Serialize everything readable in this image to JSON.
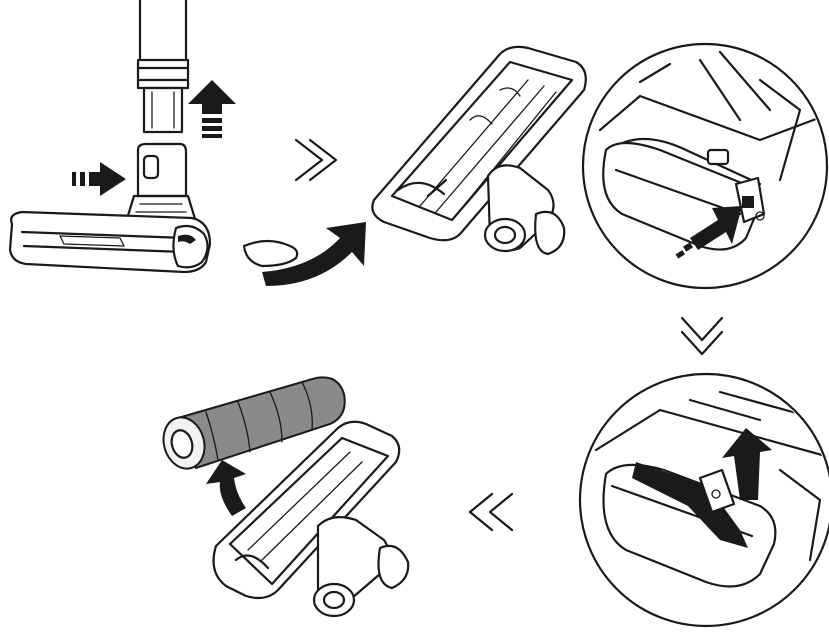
{
  "figure": {
    "steps": [
      {
        "id": "detach-tube",
        "icons": [
          "up-arrow-icon",
          "right-arrow-icon"
        ]
      },
      {
        "id": "flip-head",
        "icons": [
          "curved-arrow-icon"
        ]
      },
      {
        "id": "press-release-latch",
        "icons": [
          "push-arrow-icon"
        ]
      },
      {
        "id": "lift-end-cap",
        "icons": [
          "lift-arrow-icon"
        ]
      },
      {
        "id": "remove-brush-roll",
        "icons": [
          "lift-arrow-icon"
        ]
      }
    ],
    "flow_chevrons": [
      "chevron-right-icon",
      "chevron-down-icon",
      "chevron-left-icon"
    ],
    "colors": {
      "line": "#1a1a1a",
      "roller": "#8a8a8a",
      "background": "#ffffff"
    }
  }
}
